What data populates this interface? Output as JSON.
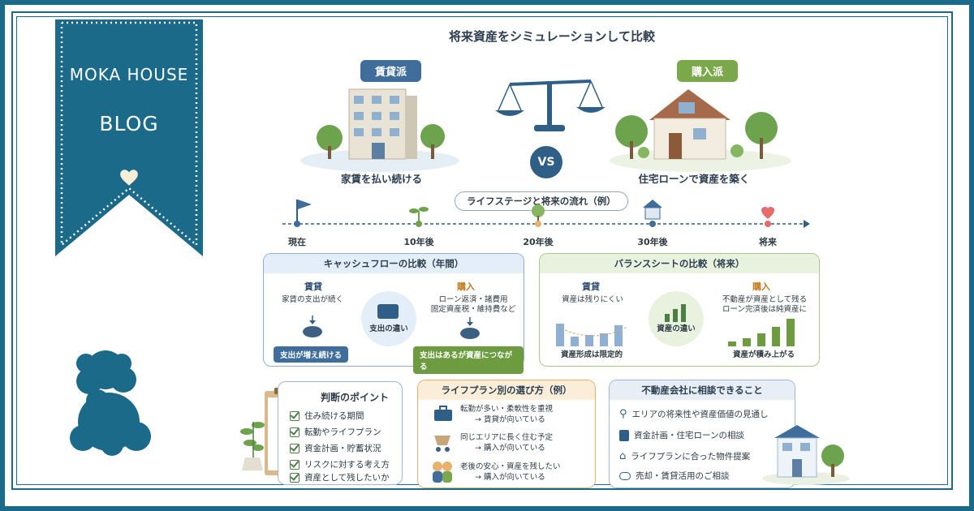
{
  "ribbon": {
    "brand": "MOKA HOUSE",
    "blog": "BLOG"
  },
  "title": "将来資産をシミュレーションして比較",
  "renter": {
    "tag": "賃貸派",
    "caption": "家賃を払い続ける"
  },
  "buyer": {
    "tag": "購入派",
    "caption": "住宅ローンで資産を築く"
  },
  "vs": "VS",
  "timeline": {
    "title": "ライフステージと将来の流れ（例）",
    "stops": [
      "現在",
      "10年後",
      "20年後",
      "30年後",
      "将来"
    ]
  },
  "cashflow": {
    "title": "キャッシュフローの比較（年間）",
    "rent_label": "賃貸",
    "rent_text": "家賃の支出が続く",
    "rent_pill": "支出が増え続ける",
    "center": "支出の違い",
    "buy_label": "購入",
    "buy_text1": "ローン返済・諸費用",
    "buy_text2": "固定資産税・維持費など",
    "buy_pill": "支出はあるが資産につながる"
  },
  "balance": {
    "title": "バランスシートの比較（将来）",
    "rent_label": "賃貸",
    "rent_text": "資産は残りにくい",
    "rent_bottom": "資産形成は限定的",
    "center": "資産の違い",
    "buy_label": "購入",
    "buy_text1": "不動産が資産として残る",
    "buy_text2": "ローン完済後は純資産に",
    "buy_bottom": "資産が積み上がる"
  },
  "points": {
    "title": "判断のポイント",
    "items": [
      "住み続ける期間",
      "転勤やライフプラン",
      "資金計画・貯蓄状況",
      "リスクに対する考え方",
      "資産として残したいか"
    ]
  },
  "lifeplan": {
    "title": "ライフプラン別の選び方（例）",
    "rows": [
      {
        "line1": "転勤が多い・柔軟性を重視",
        "line2": "→ 賃貸が向いている"
      },
      {
        "line1": "同じエリアに長く住む予定",
        "line2": "→ 購入が向いている"
      },
      {
        "line1": "老後の安心・資産を残したい",
        "line2": "→ 購入が向いている"
      }
    ]
  },
  "consult": {
    "title": "不動産会社に相談できること",
    "items": [
      "エリアの将来性や資産価値の見通し",
      "資金計画・住宅ローンの相談",
      "ライフプランに合った物件提案",
      "売却・賃貸活用のご相談"
    ]
  },
  "colors": {
    "brand": "#1c6a8a",
    "blue": "#3f6d9c",
    "green": "#7ba84a",
    "orange": "#e7b26c"
  }
}
